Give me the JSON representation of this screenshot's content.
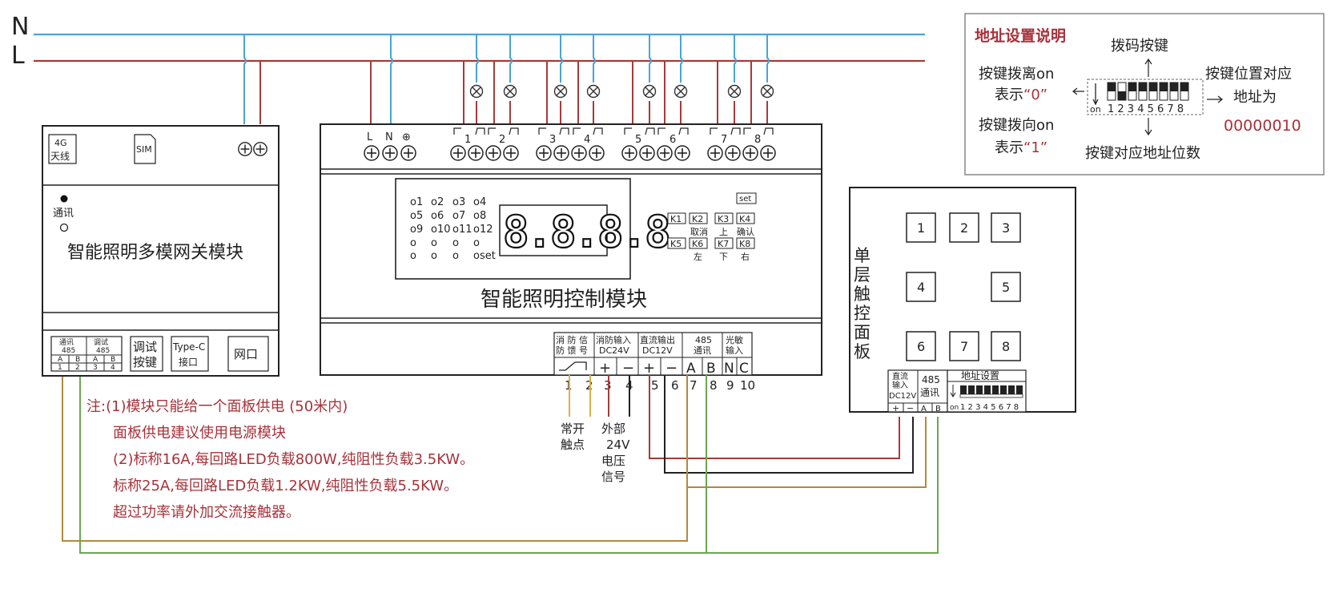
{
  "mains": {
    "n_label": "N",
    "l_label": "L",
    "n_color": "#4aa3d6",
    "l_color": "#a83a3a"
  },
  "gateway": {
    "antenna_label_1": "4G",
    "antenna_label_2": "天线",
    "sim_label": "SIM",
    "comm_label": "通讯",
    "title": "智能照明多模网关模块",
    "port_a_title_1": "通讯",
    "port_a_title_2": "485",
    "port_b_title_1": "调试",
    "port_b_title_2": "485",
    "port_letters": [
      "A",
      "B",
      "A",
      "B"
    ],
    "port_nums": [
      "1",
      "2",
      "3",
      "4"
    ],
    "debug_btn_1": "调试",
    "debug_btn_2": "按键",
    "typec_1": "Type-C",
    "typec_2": "接口",
    "ethernet": "网口"
  },
  "controller": {
    "title": "智能照明控制模块",
    "top_power": [
      "L",
      "N",
      "⊕"
    ],
    "channels": [
      "1",
      "2",
      "3",
      "4",
      "5",
      "6",
      "7",
      "8"
    ],
    "indicators": [
      [
        "o1",
        "o2",
        "o3",
        "o4"
      ],
      [
        "o5",
        "o6",
        "o7",
        "o8"
      ],
      [
        "o9",
        "o10",
        "o11",
        "o12"
      ],
      [
        "o",
        "o",
        "o",
        "o"
      ],
      [
        "o",
        "o",
        "o",
        "oset"
      ]
    ],
    "display": "8.8.8.8",
    "set_label": "set",
    "keys_row1": [
      "K1",
      "K2",
      "K3",
      "K4"
    ],
    "keys_row1_sub": [
      "取消",
      "上",
      "确认"
    ],
    "keys_row2": [
      "K5",
      "K6",
      "K7",
      "K8"
    ],
    "keys_row2_sub": [
      "左",
      "下",
      "右"
    ],
    "bottom_groups": [
      {
        "l1": "消 防 信",
        "l2": "防 馈 号"
      },
      {
        "l1": "消防输入",
        "l2": "DC24V"
      },
      {
        "l1": "直流输出",
        "l2": "DC12V"
      },
      {
        "l1": "485",
        "l2": "通讯"
      },
      {
        "l1": "光敏",
        "l2": "输入"
      }
    ],
    "bottom_symbols": [
      "+",
      "−",
      "+",
      "−",
      "A",
      "B",
      "N",
      "C"
    ],
    "bottom_nums": [
      "1",
      "2",
      "3",
      "4",
      "5",
      "6",
      "7",
      "8",
      "9",
      "10"
    ],
    "contact_note_1": "常开",
    "contact_note_2": "触点",
    "ext_note": [
      "外部",
      "24V",
      "电压",
      "信号"
    ]
  },
  "panel": {
    "title_chars": [
      "单",
      "层",
      "触",
      "控",
      "面",
      "板"
    ],
    "buttons": [
      "1",
      "2",
      "3",
      "4",
      "5",
      "6",
      "7",
      "8"
    ],
    "dc_in_1": "直流",
    "dc_in_2": "输入",
    "dc_in_3": "DC12V",
    "comm_1": "485",
    "comm_2": "通讯",
    "addr_label": "地址设置",
    "pins": [
      "+",
      "−",
      "A",
      "B"
    ],
    "dip_on": "on",
    "dip_nums": "1 2 3 4 5 6 7 8"
  },
  "addr_box": {
    "title": "地址设置说明",
    "dip_label": "拨码按键",
    "off_1": "按键拨离on",
    "off_2_prefix": "表示",
    "off_2_value": "“0”",
    "on_1": "按键拨向on",
    "on_2_prefix": "表示",
    "on_2_value": "“1”",
    "right_1": "按键位置对应",
    "right_2": "地址为",
    "right_value": "00000010",
    "bottom": "按键对应地址位数",
    "on_label": "on",
    "dip_nums": "1 2 3 4 5 6 7 8"
  },
  "notes": {
    "line1": "注:(1)模块只能给一个面板供电 (50米内)",
    "line2": "面板供电建议使用电源模块",
    "line3": "(2)标称16A,每回路LED负载800W,纯阻性负载3.5KW。",
    "line4": "标称25A,每回路LED负载1.2KW,纯阻性负载5.5KW。",
    "line5": "超过功率请外加交流接触器。",
    "color": "#a8323a"
  }
}
